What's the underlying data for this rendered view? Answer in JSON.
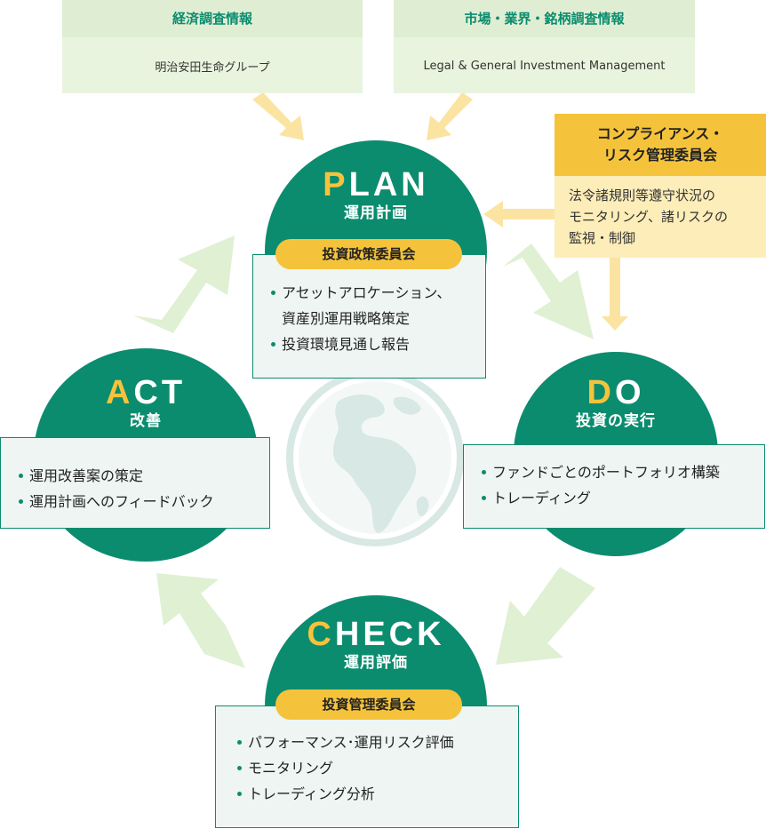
{
  "sources": [
    {
      "title": "経済調査情報",
      "body": "明治安田生命グループ"
    },
    {
      "title": "市場・業界・銘柄調査情報",
      "body": "Legal & General Investment Management"
    }
  ],
  "compliance": {
    "title_line1": "コンプライアンス・",
    "title_line2": "リスク管理委員会",
    "body_line1": "法令諸規則等遵守状況の",
    "body_line2": "モニタリング、諸リスクの",
    "body_line3": "監視・制御"
  },
  "plan": {
    "first": "P",
    "rest": "LAN",
    "sub": "運用計画",
    "committee": "投資政策委員会",
    "items": [
      "アセットアロケーション、",
      "資産別運用戦略策定",
      "投資環境見通し報告"
    ]
  },
  "do": {
    "first": "D",
    "rest": "O",
    "sub": "投資の実行",
    "items": [
      "ファンドごとのポートフォリオ構築",
      "トレーディング"
    ]
  },
  "check": {
    "first": "C",
    "rest": "HECK",
    "sub": "運用評価",
    "committee": "投資管理委員会",
    "items": [
      "パフォーマンス･運用リスク評価",
      "モニタリング",
      "トレーディング分析"
    ]
  },
  "act": {
    "first": "A",
    "rest": "CT",
    "sub": "改善",
    "items": [
      "運用改善案の策定",
      "運用計画へのフィードバック"
    ]
  },
  "colors": {
    "primary_green": "#0b8c6e",
    "accent_yellow": "#f5c33b",
    "light_green_arrow": "#dff0d3",
    "globe": "#d8e8e4"
  }
}
